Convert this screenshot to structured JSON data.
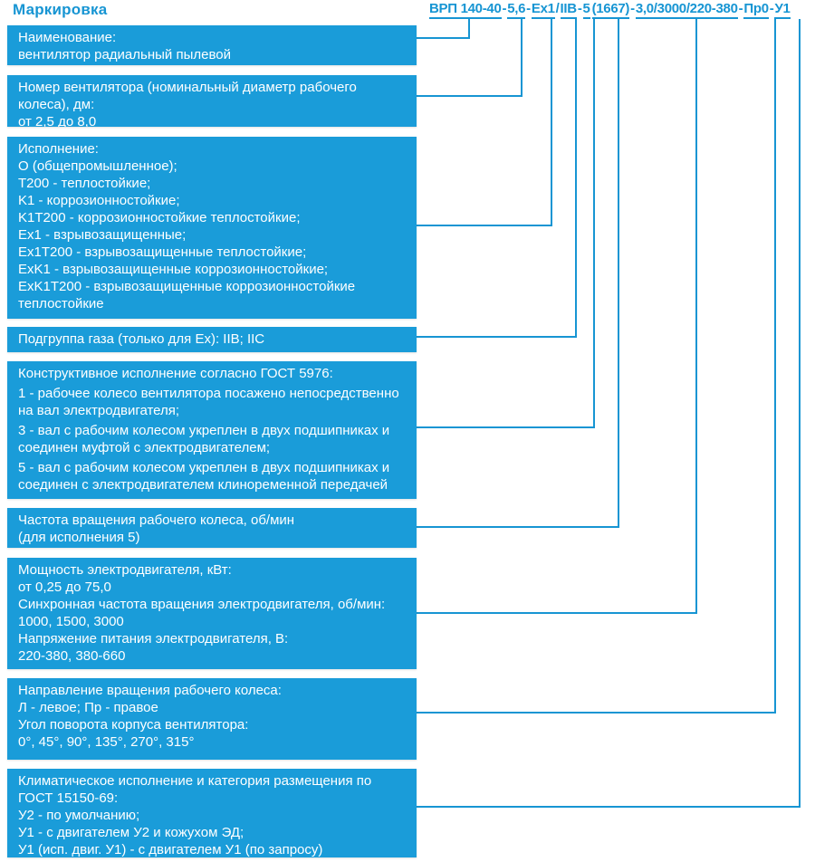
{
  "page": {
    "title": "Маркировка"
  },
  "colors": {
    "accent": "#1795D3",
    "box_fill": "#1A9CD9",
    "box_text": "#FFFFFF"
  },
  "code": {
    "full": "ВРП 140-40-5,6-Ex1/IIB-5(1667)-3,0/3000/220-380-Пр0-У1",
    "segments": [
      {
        "t": "ВРП 140-40",
        "u": true
      },
      {
        "t": "-",
        "u": false
      },
      {
        "t": "5,6",
        "u": true
      },
      {
        "t": "-",
        "u": false
      },
      {
        "t": "Ex1",
        "u": true
      },
      {
        "t": "/",
        "u": false
      },
      {
        "t": "IIB",
        "u": true
      },
      {
        "t": "-",
        "u": false
      },
      {
        "t": "5",
        "u": true
      },
      {
        "t": "(1667)",
        "u": true
      },
      {
        "t": "-",
        "u": false
      },
      {
        "t": "3,0/3000/220-380",
        "u": true
      },
      {
        "t": "-",
        "u": false
      },
      {
        "t": "Пр0",
        "u": true
      },
      {
        "t": "-",
        "u": false
      },
      {
        "t": "У1",
        "u": true
      }
    ]
  },
  "boxes": {
    "name": {
      "paragraphs": [
        "Наименование:",
        "вентилятор радиальный пылевой"
      ]
    },
    "fan_number": {
      "paragraphs": [
        "Номер вентилятора (номинальный диаметр рабочего колеса), дм:",
        "от 2,5 до 8,0"
      ]
    },
    "design": {
      "paragraphs": [
        "Исполнение:",
        "О (общепромышленное);",
        "T200 - теплостойкие;",
        "K1 - коррозионностойкие;",
        "K1T200 - коррозионностойкие теплостойкие;",
        "Ex1 - взрывозащищенные;",
        "Ex1T200 - взрывозащищенные теплостойкие;",
        "ExK1 - взрывозащищенные коррозионностойкие;",
        "ExK1T200 - взрывозащищенные коррозионностойкие теплостойкие"
      ]
    },
    "gas_subgroup": {
      "paragraphs": [
        "Подгруппа газа (только для Ex): IIB; IIC"
      ]
    },
    "construction": {
      "paragraphs": [
        "Конструктивное исполнение согласно ГОСТ 5976:",
        "1 - рабочее колесо вентилятора посажено непосредственно на вал электродвигателя;",
        "3 - вал с рабочим колесом укреплен в двух подшипниках и соединен муфтой с электродвигателем;",
        "5 - вал с рабочим колесом укреплен в двух подшипниках и соединен с электродвигателем клиноременной передачей"
      ]
    },
    "impeller_speed": {
      "paragraphs": [
        "Частота вращения рабочего колеса, об/мин",
        "(для исполнения 5)"
      ]
    },
    "motor": {
      "paragraphs": [
        "Мощность электродвигателя, кВт:",
        "от 0,25 до 75,0",
        "Синхронная частота вращения электродвигателя, об/мин:",
        "1000, 1500, 3000",
        "Напряжение питания электродвигателя, В:",
        "220-380, 380-660"
      ]
    },
    "rotation": {
      "paragraphs": [
        "Направление вращения рабочего колеса:",
        "Л - левое; Пр - правое",
        "Угол поворота корпуса вентилятора:",
        "0°, 45°, 90°, 135°, 270°, 315°"
      ]
    },
    "climatic": {
      "paragraphs": [
        "Климатическое исполнение и категория размещения по ГОСТ 15150-69:",
        "У2 - по умолчанию;",
        "У1 - с двигателем У2 и кожухом ЭД;",
        "У1 (исп. двиг. У1) - с двигателем У1 (по запросу)"
      ]
    }
  }
}
